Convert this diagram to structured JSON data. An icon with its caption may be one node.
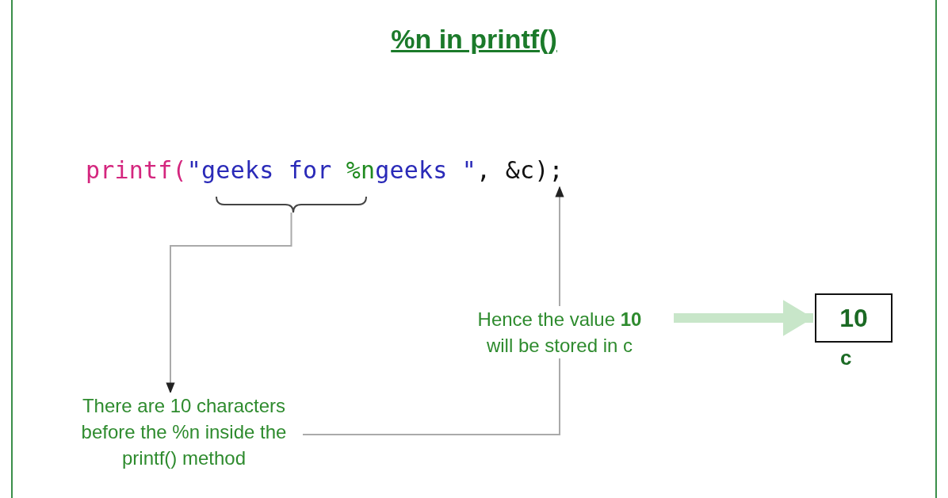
{
  "diagram": {
    "title": "%n in printf()",
    "nodes": [
      {
        "text": [
          "printf(",
          "\"geeks for ",
          "%n",
          "geeks \"",
          ", &c);"
        ]
      },
      {
        "text": [],
        "shape": "bracket"
      },
      {
        "text": [
          "There are 10 characters before the %n inside the printf() method"
        ]
      },
      {
        "text": [
          "Hence the value **10** will be stored in c"
        ]
      },
      {
        "text": [
          "10"
        ],
        "beside": [
          "c"
        ]
      }
    ],
    "edges": [
      {
        "from": 1,
        "to": 2,
        "arrow": "to"
      },
      {
        "from": 2,
        "to": 0,
        "arrow": "to"
      },
      {
        "from": 3,
        "to": 4,
        "arrow": "to",
        "style": "thick",
        "color": "#c8e6c9"
      }
    ]
  }
}
